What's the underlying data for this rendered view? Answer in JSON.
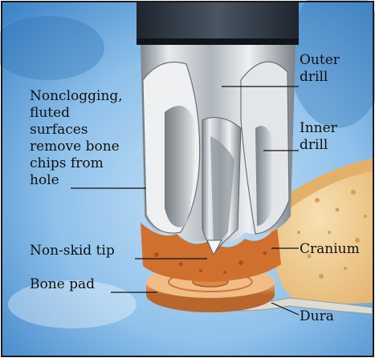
{
  "labels": {
    "outer_drill_1": "Outer",
    "outer_drill_2": "drill",
    "inner_drill_1": "Inner",
    "inner_drill_2": "drill",
    "nonclog_1": "Nonclogging,",
    "nonclog_2": "fluted",
    "nonclog_3": "surfaces",
    "nonclog_4": "remove bone",
    "nonclog_5": "chips from",
    "nonclog_6": "hole",
    "non_skid_tip": "Non-skid tip",
    "cranium": "Cranium",
    "bone_pad": "Bone pad",
    "dura": "Dura"
  },
  "colors": {
    "background": "#8fc1ea",
    "background_dark": "#3f86c8",
    "drill_steel": "#c8cdd2",
    "drill_shadow": "#6b7278",
    "collar": "#2c3540",
    "bone": "#f0cf94",
    "bone_edge": "#e3b06a",
    "tip_copper": "#d0702f",
    "pad": "#e29a55",
    "dura": "#d9d9d0",
    "frame": "#1a1a1a"
  }
}
